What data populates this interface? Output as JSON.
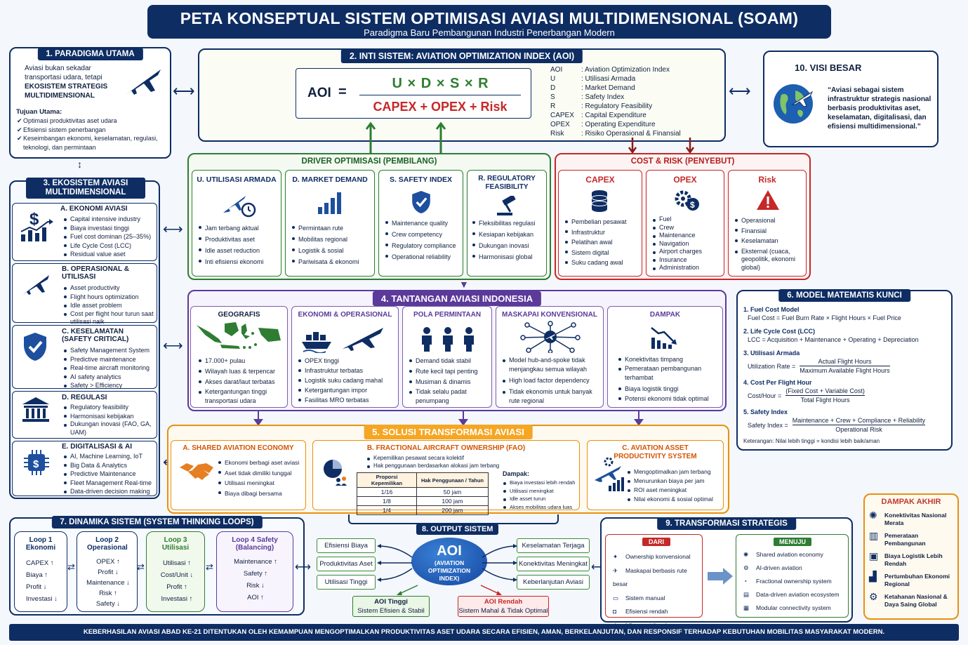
{
  "header": {
    "title": "PETA KONSEPTUAL SISTEM OPTIMISASI AVIASI MULTIDIMENSIONAL (SOAM)",
    "subtitle": "Paradigma Baru Pembangunan Industri Penerbangan Modern"
  },
  "p1": {
    "title": "1. PARADIGMA UTAMA",
    "l1": "Aviasi bukan sekadar",
    "l2": "transportasi udara, tetapi",
    "l3": "EKOSISTEM STRATEGIS",
    "l4": "MULTIDIMENSIONAL",
    "goal": "Tujuan Utama:",
    "goals": [
      "Optimasi produktivitas aset udara",
      "Efisiensi sistem penerbangan",
      "Keseimbangan ekonomi, keselamatan, regulasi, teknologi, dan permintaan"
    ]
  },
  "p2": {
    "title": "2. INTI SISTEM: AVIATION OPTIMIZATION INDEX (AOI)",
    "aoi": "AOI",
    "eq": "=",
    "num": "U × D × S × R",
    "den": "CAPEX + OPEX + Risk",
    "legend": [
      [
        "AOI",
        ": Aviation Optimization Index"
      ],
      [
        "U",
        ": Utilisasi Armada"
      ],
      [
        "D",
        ": Market Demand"
      ],
      [
        "S",
        ": Safety Index"
      ],
      [
        "R",
        ": Regulatory Feasibility"
      ],
      [
        "CAPEX",
        ": Capital Expenditure"
      ],
      [
        "OPEX",
        ": Operating Expenditure"
      ],
      [
        "Risk",
        ": Risiko Operasional & Finansial"
      ]
    ]
  },
  "p10": {
    "title": "10. VISI BESAR",
    "quote": "“Aviasi sebagai sistem infrastruktur strategis nasional berbasis produktivitas aset, keselamatan, digitalisasi, dan efisiensi multidimensional.”"
  },
  "drivers": {
    "title": "DRIVER OPTIMISASI (PEMBILANG)",
    "cards": [
      {
        "t": "U. UTILISASI ARMADA",
        "items": [
          "Jam terbang aktual",
          "Produktivitas aset",
          "Idle asset reduction",
          "Inti efisiensi ekonomi"
        ]
      },
      {
        "t": "D. MARKET DEMAND",
        "items": [
          "Permintaan rute",
          "Mobilitas regional",
          "Logistik & sosial",
          "Pariwisata & ekonomi"
        ]
      },
      {
        "t": "S. SAFETY INDEX",
        "items": [
          "Maintenance quality",
          "Crew competency",
          "Regulatory compliance",
          "Operational reliability"
        ]
      },
      {
        "t": "R. REGULATORY FEASIBILITY",
        "items": [
          "Fleksibilitas regulasi",
          "Kesiapan kebijakan",
          "Dukungan inovasi",
          "Harmonisasi global"
        ]
      }
    ]
  },
  "cost": {
    "title": "COST & RISK (PENYEBUT)",
    "cards": [
      {
        "t": "CAPEX",
        "items": [
          "Pembelian pesawat",
          "Infrastruktur",
          "Pelatihan awal",
          "Sistem digital",
          "Suku cadang awal"
        ]
      },
      {
        "t": "OPEX",
        "items": [
          "Fuel",
          "Crew",
          "Maintenance",
          "Navigation",
          "Airport charges",
          "Insurance",
          "Administration"
        ]
      },
      {
        "t": "Risk",
        "items": [
          "Operasional",
          "Finansial",
          "Keselamatan",
          "Eksternal (cuaca, geopolitik, ekonomi global)"
        ]
      }
    ]
  },
  "p3": {
    "title": "3. EKOSISTEM AVIASI MULTIDIMENSIONAL",
    "cards": [
      {
        "t": "A. EKONOMI AVIASI",
        "items": [
          "Capital intensive industry",
          "Biaya investasi tinggi",
          "Fuel cost dominan (25–35%)",
          "Life Cycle Cost (LCC)",
          "Residual value aset"
        ]
      },
      {
        "t": "B. OPERASIONAL & UTILISASI",
        "items": [
          "Asset productivity",
          "Flight hours optimization",
          "Idle asset problem",
          "Cost per flight hour turun saat utilisasi naik"
        ]
      },
      {
        "t": "C. KESELAMATAN (SAFETY CRITICAL)",
        "items": [
          "Safety Management System",
          "Predictive maintenance",
          "Real-time aircraft monitoring",
          "AI safety analytics",
          "Safety > Efficiency"
        ]
      },
      {
        "t": "D. REGULASI",
        "items": [
          "Regulatory feasibility",
          "Harmonisasi kebijakan",
          "Dukungan inovasi (FAO, GA, UAM)"
        ]
      },
      {
        "t": "E. DIGITALISASI & AI",
        "items": [
          "AI, Machine Learning, IoT",
          "Big Data & Analytics",
          "Predictive Maintenance",
          "Fleet Management Real-time",
          "Data-driven decision making"
        ]
      }
    ]
  },
  "p4": {
    "title": "4. TANTANGAN AVIASI INDONESIA",
    "cards": [
      {
        "t": "GEOGRAFIS",
        "items": [
          "17.000+ pulau",
          "Wilayah luas & terpencar",
          "Akses darat/laut terbatas",
          "Ketergantungan tinggi transportasi udara"
        ]
      },
      {
        "t": "EKONOMI & OPERASIONAL",
        "items": [
          "OPEX tinggi",
          "Infrastruktur terbatas",
          "Logistik suku cadang mahal",
          "Ketergantungan impor",
          "Fasilitas MRO terbatas"
        ]
      },
      {
        "t": "POLA PERMINTAAN",
        "items": [
          "Demand tidak stabil",
          "Rute kecil tapi penting",
          "Musiman & dinamis",
          "Tidak selalu padat penumpang"
        ]
      },
      {
        "t": "MASKAPAI KONVENSIONAL",
        "items": [
          "Model hub-and-spoke tidak menjangkau semua wilayah",
          "High load factor dependency",
          "Tidak ekonomis untuk banyak rute regional"
        ]
      },
      {
        "t": "DAMPAK",
        "items": [
          "Konektivitas timpang",
          "Pemerataan pembangunan terhambat",
          "Biaya logistik tinggi",
          "Potensi ekonomi tidak optimal"
        ]
      }
    ]
  },
  "p6": {
    "title": "6. MODEL MATEMATIS KUNCI",
    "m1t": "1. Fuel Cost Model",
    "m1": "Fuel Cost = Fuel Burn Rate × Flight Hours × Fuel Price",
    "m2t": "2. Life Cycle Cost (LCC)",
    "m2": "LCC = Acquisition + Maintenance + Operating + Depreciation",
    "m3t": "3. Utilisasi Armada",
    "m3a": "Utilization Rate =",
    "m3n": "Actual Flight Hours",
    "m3d": "Maximum Available Flight Hours",
    "m4t": "4. Cost Per Flight Hour",
    "m4a": "Cost/Hour =",
    "m4n": "(Fixed Cost + Variable Cost)",
    "m4d": "Total Flight Hours",
    "m5t": "5. Safety Index",
    "m5a": "Safety Index =",
    "m5n": "Maintenance + Crew + Compliance + Reliability",
    "m5d": "Operational Risk",
    "note": "Keterangan: Nilai lebih tinggi = kondisi lebih baik/aman"
  },
  "p5": {
    "title": "5. SOLUSI TRANSFORMASI AVIASI",
    "a": {
      "t": "A. SHARED AVIATION ECONOMY",
      "items": [
        "Ekonomi berbagi aset aviasi",
        "Aset tidak dimiliki tunggal",
        "Utilisasi meningkat",
        "Biaya dibagi bersama"
      ]
    },
    "b": {
      "t": "B. FRACTIONAL AIRCRAFT OWNERSHIP (FAO)",
      "items": [
        "Kepemilikan pesawat secara kolektif",
        "Hak penggunaan berdasarkan alokasi jam terbang"
      ],
      "th": [
        "Proporsi Kepemilikan",
        "Hak Penggunaan / Tahun"
      ],
      "rows": [
        [
          "1/16",
          "50 jam"
        ],
        [
          "1/8",
          "100 jam"
        ],
        [
          "1/4",
          "200 jam"
        ]
      ],
      "dt": "Dampak:",
      "dampak": [
        "Biaya investasi lebih rendah",
        "Utilisasi meningkat",
        "Idle asset turun",
        "Akses mobilitas udara luas"
      ]
    },
    "c": {
      "t": "C. AVIATION ASSET PRODUCTIVITY SYSTEM",
      "items": [
        "Mengoptimalkan jam terbang",
        "Menurunkan biaya per jam",
        "ROI aset meningkat",
        "Nilai ekonomi & sosial optimal"
      ]
    }
  },
  "p7": {
    "title": "7. DINAMIKA SISTEM (SYSTEM THINKING LOOPS)",
    "loops": [
      {
        "t": "Loop 1 Ekonomi",
        "items": [
          "CAPEX ↑",
          "Biaya ↑",
          "Profit ↓",
          "Investasi ↓"
        ]
      },
      {
        "t": "Loop 2 Operasional",
        "items": [
          "OPEX ↑",
          "Profit ↓",
          "Maintenance ↓",
          "Risk ↑",
          "Safety ↓"
        ]
      },
      {
        "t": "Loop 3 Utilisasi",
        "items": [
          "Utilisasi ↑",
          "Cost/Unit ↓",
          "Profit ↑",
          "Investasi ↑"
        ]
      },
      {
        "t": "Loop 4 Safety (Balancing)",
        "items": [
          "Maintenance ↑",
          "Safety ↑",
          "Risk ↓",
          "AOI ↑"
        ]
      }
    ]
  },
  "p8": {
    "title": "8. OUTPUT SISTEM",
    "aoi": "AOI",
    "aoisub": "(AVIATION OPTIMIZATION INDEX)",
    "left": [
      "Efisiensi Biaya",
      "Produktivitas Aset",
      "Utilisasi Tinggi"
    ],
    "right": [
      "Keselamatan Terjaga",
      "Konektivitas Meningkat",
      "Keberlanjutan Aviasi"
    ],
    "hi1": "AOI Tinggi",
    "hi2": "Sistem Efisien & Stabil",
    "lo1": "AOI Rendah",
    "lo2": "Sistem Mahal & Tidak Optimal"
  },
  "p9": {
    "title": "9. TRANSFORMASI STRATEGIS",
    "dari": "DARI",
    "menuju": "MENUJU",
    "from": [
      "Ownership konvensional",
      "Maskapai berbasis rute besar",
      "Sistem manual",
      "Efisiensi rendah",
      "Idle asset tinggi"
    ],
    "to": [
      "Shared aviation economy",
      "AI-driven aviation",
      "Fractional ownership system",
      "Data-driven aviation ecosystem",
      "Modular connectivity system"
    ]
  },
  "impact": {
    "title": "DAMPAK AKHIR",
    "items": [
      "Konektivitas Nasional Merata",
      "Pemerataan Pembangunan",
      "Biaya Logistik Lebih Rendah",
      "Pertumbuhan Ekonomi Regional",
      "Ketahanan Nasional & Daya Saing Global"
    ]
  },
  "footer": "KEBERHASILAN AVIASI ABAD KE-21 DITENTUKAN OLEH KEMAMPUAN MENGOPTIMALKAN PRODUKTIVITAS ASET UDARA SECARA EFISIEN, AMAN, BERKELANJUTAN, DAN RESPONSIF TERHADAP KEBUTUHAN MOBILITAS MASYARAKAT MODERN.",
  "colors": {
    "navy": "#0e2d63",
    "green": "#2e7d32",
    "red": "#c62828",
    "purple": "#5b3a9a",
    "orange": "#e8900c",
    "blue": "#1d4f9e"
  }
}
